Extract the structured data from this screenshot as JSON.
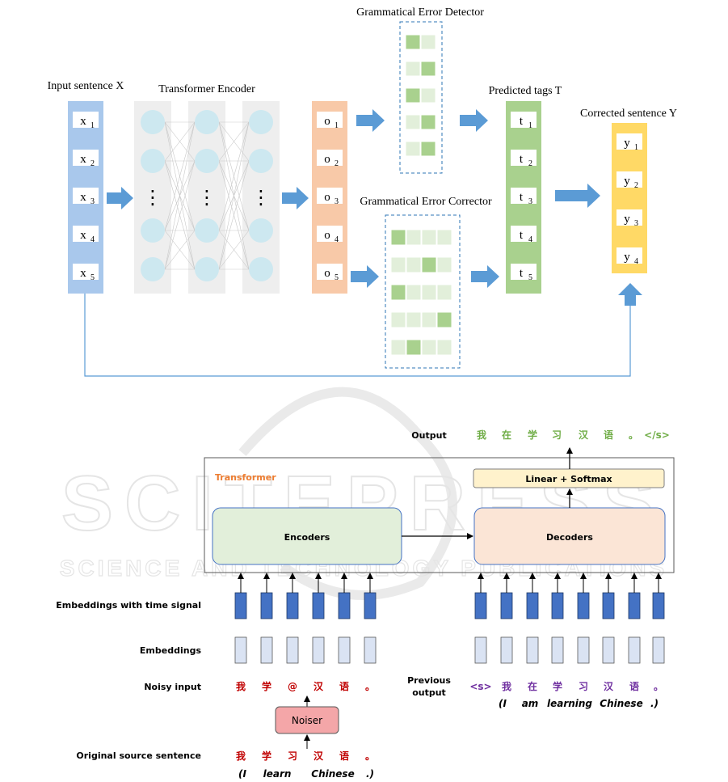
{
  "top": {
    "input_label": "Input sentence X",
    "encoder_label": "Transformer Encoder",
    "detector_label": "Grammatical Error Detector",
    "corrector_label": "Grammatical Error Corrector",
    "tags_label": "Predicted tags T",
    "corrected_label": "Corrected sentence Y",
    "x_tokens": [
      {
        "base": "x",
        "sub": "1"
      },
      {
        "base": "x",
        "sub": "2"
      },
      {
        "base": "x",
        "sub": "3"
      },
      {
        "base": "x",
        "sub": "4"
      },
      {
        "base": "x",
        "sub": "5"
      }
    ],
    "o_tokens": [
      {
        "base": "o",
        "sub": "1"
      },
      {
        "base": "o",
        "sub": "2"
      },
      {
        "base": "o",
        "sub": "3"
      },
      {
        "base": "o",
        "sub": "4"
      },
      {
        "base": "o",
        "sub": "5"
      }
    ],
    "t_tokens": [
      {
        "base": "t",
        "sub": "1"
      },
      {
        "base": "t",
        "sub": "2"
      },
      {
        "base": "t",
        "sub": "3"
      },
      {
        "base": "t",
        "sub": "4"
      },
      {
        "base": "t",
        "sub": "5"
      }
    ],
    "y_tokens": [
      {
        "base": "y",
        "sub": "1"
      },
      {
        "base": "y",
        "sub": "2"
      },
      {
        "base": "y",
        "sub": "3"
      },
      {
        "base": "y",
        "sub": "4"
      }
    ],
    "ellipsis": "⋮",
    "detector_active_cells": [
      0,
      1,
      0,
      1,
      1
    ],
    "corrector_active_cells": [
      0,
      2,
      0,
      3,
      1
    ],
    "colors": {
      "input_bar": "#a9c8ec",
      "output_bar": "#f8c9a8",
      "tags_bar": "#a9d18e",
      "corrected_bar": "#ffd966",
      "arrow": "#5b9bd5",
      "node": "#cde8f0",
      "cell_active": "#a9d18e",
      "cell_inactive": "#e2efda"
    }
  },
  "bottom": {
    "transformer_label": "Transformer",
    "encoders_label": "Encoders",
    "decoders_label": "Decoders",
    "linear_softmax_label": "Linear + Softmax",
    "output_label": "Output",
    "output_tokens": [
      "我",
      "在",
      "学",
      "习",
      "汉",
      "语",
      "。",
      "</s>"
    ],
    "row_labels": {
      "embeddings_time": "Embeddings with time signal",
      "embeddings": "Embeddings",
      "noisy_input": "Noisy input",
      "previous_output": [
        "Previous",
        "output"
      ],
      "original_source": "Original source sentence"
    },
    "noiser_label": "Noiser",
    "noisy_tokens": [
      "我",
      "学",
      "@",
      "汉",
      "语",
      "。"
    ],
    "original_tokens": [
      "我",
      "学",
      "习",
      "汉",
      "语",
      "。"
    ],
    "original_gloss": [
      "(I",
      "learn",
      "Chinese",
      ".)"
    ],
    "previous_tokens": [
      "<s>",
      "我",
      "在",
      "学",
      "习",
      "汉",
      "语",
      "。"
    ],
    "previous_gloss": [
      "(I",
      "am",
      "learning",
      "Chinese",
      ".)"
    ],
    "colors": {
      "transformer_text": "#ed7d31",
      "encoders_fill": "#e2efda",
      "decoders_fill": "#fbe5d6",
      "linear_fill": "#fff2cc",
      "embed_dark": "#4472c4",
      "embed_light": "#dae3f3",
      "noiser_fill": "#f4a6a8",
      "red_text": "#c00000",
      "green_text": "#70ad47",
      "purple_text": "#7030a0"
    }
  },
  "watermark": {
    "big_text": "SCITEPRESS",
    "small_text": "SCIENCE AND TECHNOLOGY PUBLICATIONS"
  }
}
